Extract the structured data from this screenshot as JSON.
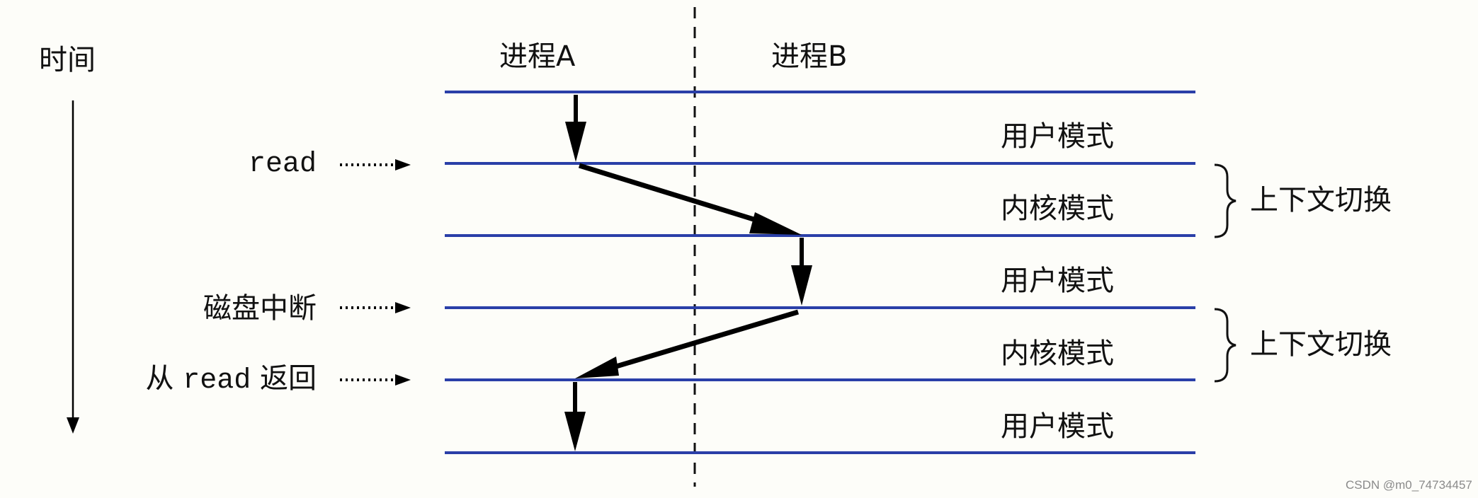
{
  "title_time": "时间",
  "processes": [
    {
      "label": "进程A"
    },
    {
      "label": "进程B"
    }
  ],
  "events": [
    {
      "prefix": "",
      "code": "read",
      "suffix": ""
    },
    {
      "prefix": "磁盘中断",
      "code": "",
      "suffix": ""
    },
    {
      "prefix": "从 ",
      "code": "read",
      "suffix": " 返回"
    }
  ],
  "modes": [
    "用户模式",
    "内核模式",
    "用户模式",
    "内核模式",
    "用户模式"
  ],
  "context_switch": [
    "上下文切换",
    "上下文切换"
  ],
  "colors": {
    "timeline": "#2a3fa8",
    "arrow": "#000000",
    "background": "#fdfdf9"
  },
  "watermark": "CSDN @m0_74734457"
}
